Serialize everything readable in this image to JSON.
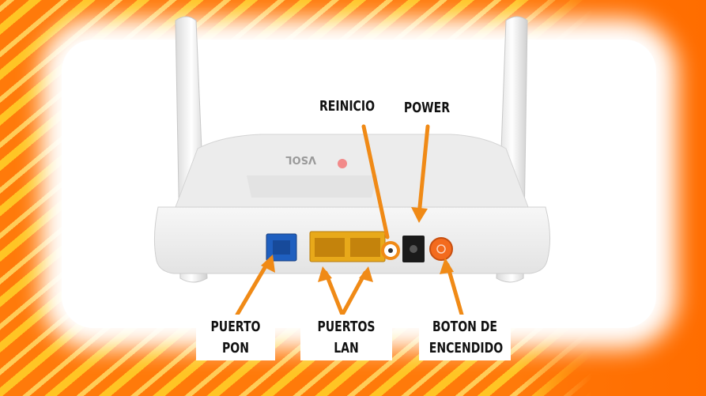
{
  "labels": {
    "reinicio": "REINICIO",
    "power": "POWER",
    "puerto_pon_line1": "PUERTO",
    "puerto_pon_line2": "PON",
    "puertos_lan_line1": "PUERTOS",
    "puertos_lan_line2": "LAN",
    "boton_line1": "BOTON DE",
    "boton_line2": "ENCENDIDO"
  },
  "brand_logo": "VSOL",
  "colors": {
    "arrow": "#f08a16",
    "background": "#ff7a0a",
    "router_body": "#f1f1f1",
    "lan_port": "#e8a91a",
    "pon_port": "#1f5fbf",
    "power_button": "#f36b1e"
  }
}
